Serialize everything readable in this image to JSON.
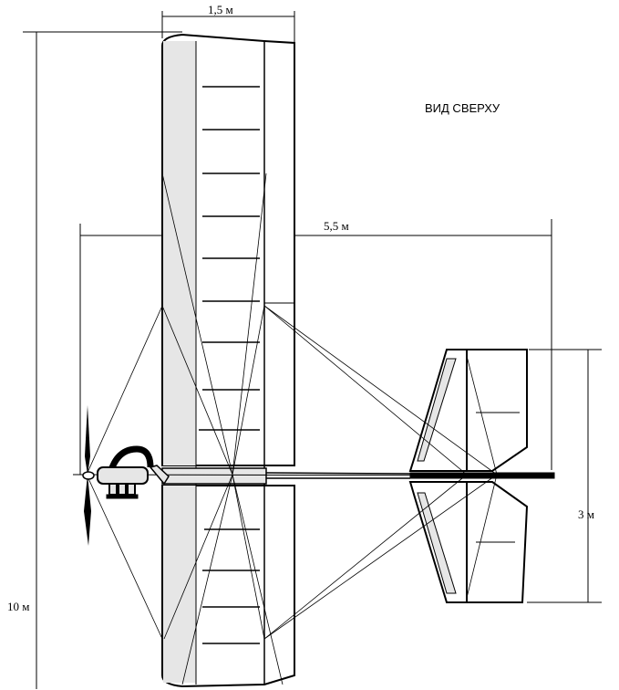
{
  "title": "ВИД СВЕРХУ",
  "dimensions": {
    "wing_chord": "1,5 м",
    "wingspan": "10 м",
    "length": "5,5 м",
    "tail_span": "3 м"
  },
  "colors": {
    "line": "#000000",
    "fill": "#e6e6e6"
  }
}
